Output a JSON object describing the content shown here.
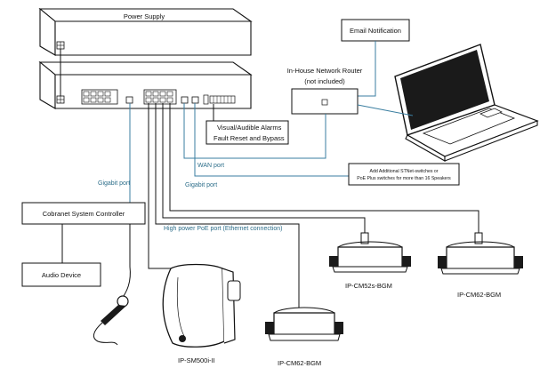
{
  "labels": {
    "power_supply": "Power Supply",
    "email_notification": "Email Notification",
    "router_line1": "In-House Network Router",
    "router_line2": "(not included)",
    "alarms": "Visual/Audible Alarms",
    "fault_reset": "Fault Reset and Bypass",
    "wan_port": "WAN port",
    "gigabit_port_left": "Gigabit port",
    "gigabit_port_mid": "Gigabit port",
    "add_switches_line1": "Add Additional STNet-switches or",
    "add_switches_line2": "PoE Plus switches for more than 16 Speakers",
    "cobranet_controller": "Cobranet System Controller",
    "high_power_poe": "High power PoE port (Ethernet connection)",
    "audio_device": "Audio Device",
    "speaker_sm500": "IP-SM500i-II",
    "speaker_cm52_top": "IP-CM52s-BGM",
    "speaker_cm62_right": "IP-CM62-BGM",
    "speaker_cm62_bottom": "IP-CM62-BGM"
  },
  "colors": {
    "line": "#111111",
    "cable_blue": "#3a7ea0",
    "label_blue": "#2d6e8a"
  },
  "icons": {
    "laptop": "laptop-icon",
    "microphone": "microphone-icon",
    "wall_speaker": "wall-speaker-icon",
    "ceiling_speaker": "ceiling-speaker-icon",
    "router": "router-icon"
  }
}
